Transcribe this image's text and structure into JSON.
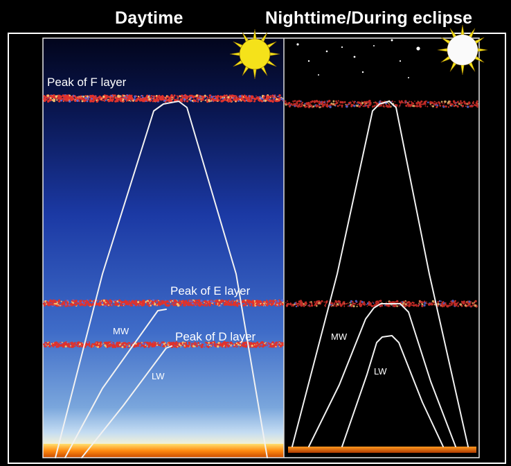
{
  "headings": {
    "day": "Daytime",
    "night": "Nighttime/During eclipse"
  },
  "labels": {
    "f_peak": "Peak of F layer",
    "e_peak": "Peak of E layer",
    "d_peak": "Peak of D layer",
    "mw_day": "MW",
    "lw_day": "LW",
    "mw_night": "MW",
    "lw_night": "LW"
  },
  "colors": {
    "sun": "#f5e21a",
    "layer_dots_red": "#e0322c",
    "layer_dots_blue": "#5a6ad8",
    "path": "#f2f2f2",
    "sky_top": "#050b2a",
    "sky_mid": "#1f3fae",
    "sky_low": "#7eaddc"
  },
  "icons": {
    "day_sun": "sun-icon",
    "night_sun": "sun-icon"
  }
}
